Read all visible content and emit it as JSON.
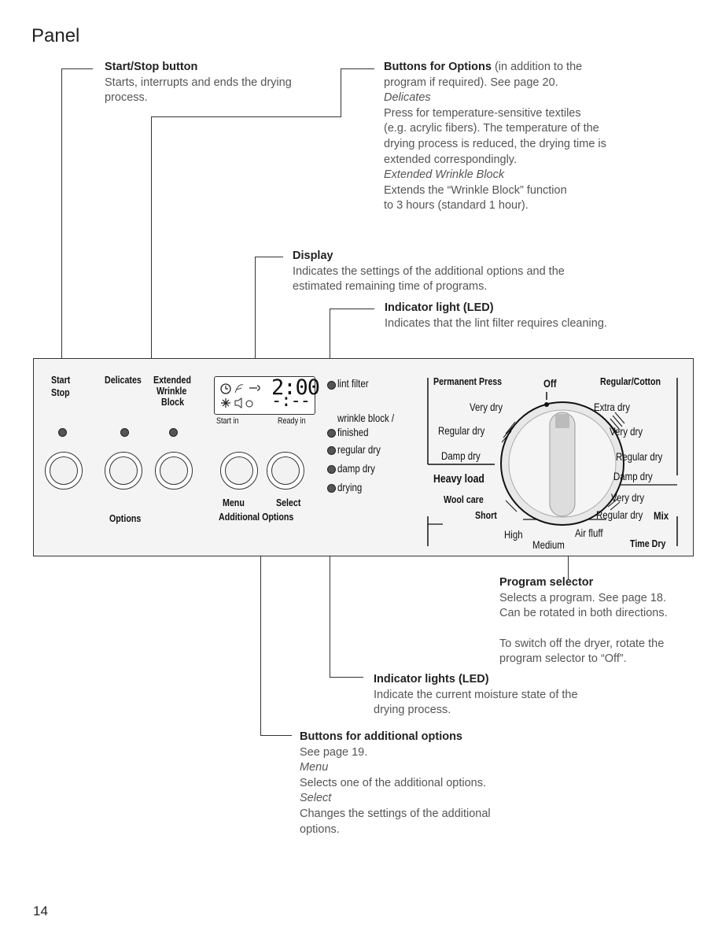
{
  "page": {
    "title": "Panel",
    "page_number": "14"
  },
  "annotations": {
    "start_stop": {
      "heading": "Start/Stop button",
      "lines": [
        "Starts, interrupts and ends the drying",
        "process."
      ]
    },
    "options": {
      "heading": "Buttons for Options",
      "heading_rest": " (in addition to the",
      "line1": "program if required). See page 20.",
      "delicates_title": "Delicates",
      "delicates_lines": [
        "Press for temperature-sensitive textiles",
        "(e.g. acrylic fibers). The temperature of the",
        "drying process is reduced, the drying time is",
        "extended correspondingly."
      ],
      "wrinkle_title": "Extended Wrinkle Block",
      "wrinkle_lines": [
        "Extends the “Wrinkle Block” function",
        "to 3 hours (standard 1 hour)."
      ]
    },
    "display": {
      "heading": "Display",
      "lines": [
        "Indicates the settings of the additional options and the",
        "estimated remaining time of programs."
      ]
    },
    "indicator_led": {
      "heading": "Indicator light (LED)",
      "lines": [
        "Indicates that the lint filter requires cleaning."
      ]
    },
    "program_selector": {
      "heading": "Program selector",
      "lines": [
        "Selects a program. See page 18.",
        "Can be rotated in both directions."
      ],
      "lines2": [
        "To switch off the dryer, rotate the",
        "program selector to “Off”."
      ]
    },
    "indicator_lights": {
      "heading": "Indicator lights (LED)",
      "lines": [
        "Indicate the current moisture state of  the",
        "drying process."
      ]
    },
    "additional": {
      "heading": "Buttons for additional options",
      "line1": "See page 19.",
      "menu_title": "Menu",
      "menu_desc": "Selects one of the additional options.",
      "select_title": "Select",
      "select_lines": [
        "Changes the settings of the additional",
        "options."
      ]
    }
  },
  "panel": {
    "start": "Start",
    "stop": "Stop",
    "delicates": "Delicates",
    "extended": "Extended",
    "wrinkle": "Wrinkle",
    "block": "Block",
    "options_label": "Options",
    "menu": "Menu",
    "select": "Select",
    "additional_options": "Additional Options",
    "display_time": "2:00",
    "display_digits": "-:--",
    "start_in": "Start in",
    "ready_in": "Ready in",
    "leds": {
      "lint_filter": "lint filter",
      "wrinkle_block": "wrinkle block /",
      "finished": "finished",
      "regular_dry": "regular dry",
      "damp_dry": "damp dry",
      "drying": "drying"
    },
    "dial": {
      "off": "Off",
      "permanent_press": "Permanent Press",
      "regular_cotton": "Regular/Cotton",
      "heavy_load": "Heavy load",
      "wool_care": "Wool care",
      "short": "Short",
      "mix": "Mix",
      "time_dry": "Time Dry",
      "left": [
        "Very dry",
        "Regular dry",
        "Damp dry"
      ],
      "right": [
        "Extra dry",
        "Very dry",
        "Regular dry",
        "Damp dry"
      ],
      "bottom_right": [
        "Very dry",
        "Regular dry"
      ],
      "high": "High",
      "medium": "Medium",
      "air_fluff": "Air fluff"
    }
  }
}
